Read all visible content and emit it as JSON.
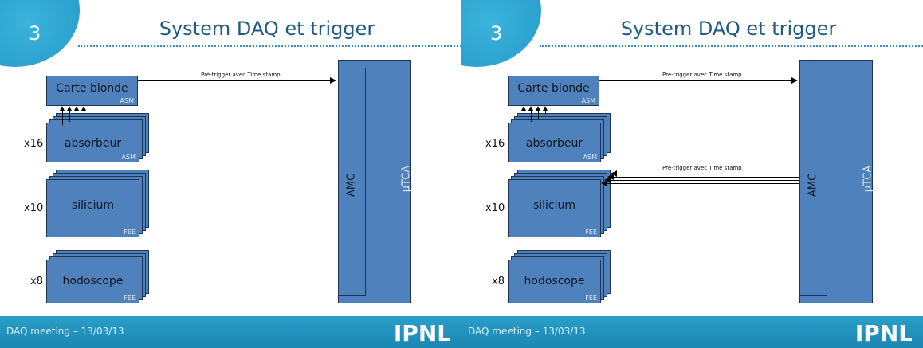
{
  "slides": [
    {
      "slide_number": "3",
      "title": "System DAQ et trigger",
      "carte_blonde": {
        "label": "Carte blonde",
        "tag": "ASM"
      },
      "absorbeur": {
        "label": "absorbeur",
        "tag": "ASM",
        "multiplier": "x16"
      },
      "silicium": {
        "label": "silicium",
        "tag": "FEE",
        "multiplier": "x10"
      },
      "hodoscope": {
        "label": "hodoscope",
        "tag": "FEE",
        "multiplier": "x8"
      },
      "amc_label": "AMC",
      "utca_label": "µTCA",
      "arrow_top_label": "Pré-trigger avec Time stamp",
      "footer": "DAQ meeting – 13/03/13"
    },
    {
      "slide_number": "3",
      "title": "System DAQ et trigger",
      "carte_blonde": {
        "label": "Carte blonde",
        "tag": "ASM"
      },
      "absorbeur": {
        "label": "absorbeur",
        "tag": "ASM",
        "multiplier": "x16"
      },
      "silicium": {
        "label": "silicium",
        "tag": "FEE",
        "multiplier": "x10"
      },
      "hodoscope": {
        "label": "hodoscope",
        "tag": "FEE",
        "multiplier": "x8"
      },
      "amc_label": "AMC",
      "utca_label": "µTCA",
      "arrow_top_label": "Pré-trigger avec Time stamp",
      "arrow_back_label": "Pré-trigger avec Time stamp",
      "footer": "DAQ meeting – 13/03/13"
    }
  ],
  "logo_text": "IPNL",
  "colors": {
    "box": "#4f81bd",
    "footer": "#1f8fbf",
    "badge": "#2aa7d6",
    "title": "#1f5b80"
  }
}
